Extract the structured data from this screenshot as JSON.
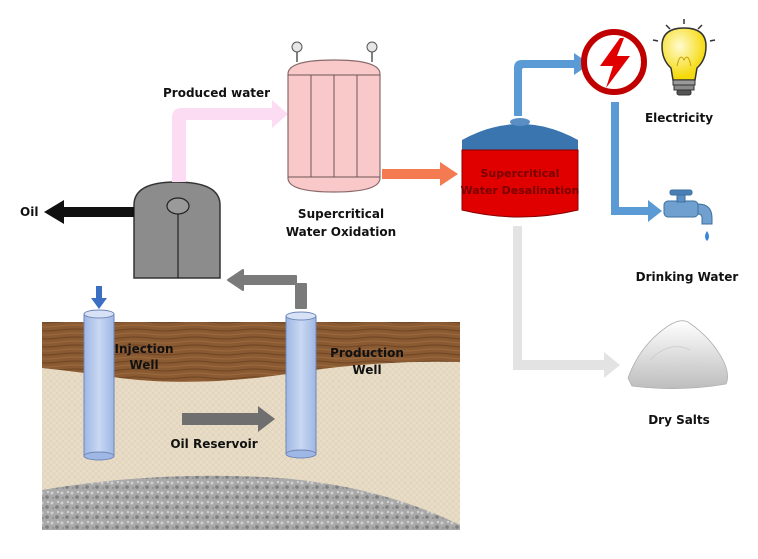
{
  "labels": {
    "produced_water": "Produced water",
    "oil": "Oil",
    "scwo_line1": "Supercritical",
    "scwo_line2": "Water Oxidation",
    "scwd_line1": "Supercritical",
    "scwd_line2": "Water Desalination",
    "electricity": "Electricity",
    "drinking_water": "Drinking Water",
    "dry_salts": "Dry Salts",
    "injection_line1": "Injection",
    "injection_line2": "Well",
    "production_line1": "Production",
    "production_line2": "Well",
    "oil_reservoir": "Oil Reservoir"
  },
  "icons": {
    "separator": "separator-tank-icon",
    "scwo_reactor": "reactor-vessel-icon",
    "scwd_reactor": "desalination-reactor-icon",
    "power": "high-voltage-icon",
    "bulb": "light-bulb-icon",
    "faucet": "water-faucet-icon",
    "salt": "salt-pile-icon"
  },
  "colors": {
    "produced_water_arrow": "#fcdcf3",
    "oil_arrow": "#111111",
    "scwo_to_scwd_arrow": "#f47a52",
    "blue_pipes": "#5b9bd5",
    "salt_arrow": "#e3e3e3",
    "production_arrow": "#7a7a7a",
    "scwo_body": "#f9c9c9",
    "scwd_fill": "#e00000",
    "scwd_top": "#3a75b0",
    "separator": "#8c8c8c",
    "power_ring": "#c00000",
    "soil_top": "#8a5a32",
    "soil_sand": "#e7dcc7",
    "gravel": "#a5a5a5"
  }
}
